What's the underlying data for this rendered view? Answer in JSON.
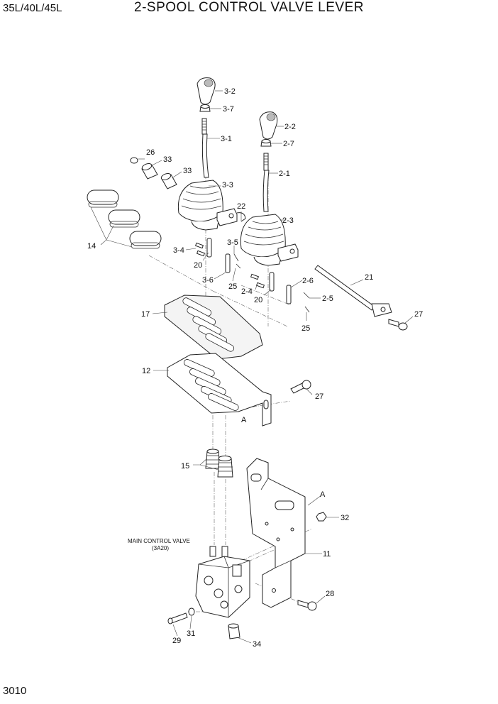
{
  "header": {
    "models": "35L/40L/45L",
    "title": "2-SPOOL CONTROL VALVE LEVER"
  },
  "footer": {
    "page_number": "3010"
  },
  "annotations": {
    "main_control_valve": "MAIN CONTROL VALVE",
    "main_control_valve_ref": "(3A20)",
    "view_a": "A"
  },
  "labels": {
    "p3_2": "3-2",
    "p3_7": "3-7",
    "p3_1": "3-1",
    "p3_3": "3-3",
    "p3_4": "3-4",
    "p3_5": "3-5",
    "p3_6": "3-6",
    "p2_2": "2-2",
    "p2_7": "2-7",
    "p2_1": "2-1",
    "p2_3": "2-3",
    "p2_4": "2-4",
    "p2_5": "2-5",
    "p2_6": "2-6",
    "p26": "26",
    "p33a": "33",
    "p33b": "33",
    "p22": "22",
    "p14": "14",
    "p20a": "20",
    "p20b": "20",
    "p25a": "25",
    "p25b": "25",
    "p21": "21",
    "p27a": "27",
    "p27b": "27",
    "p17": "17",
    "p12": "12",
    "p15": "15",
    "p32": "32",
    "p11": "11",
    "p28": "28",
    "p29": "29",
    "p31": "31",
    "p34": "34"
  }
}
